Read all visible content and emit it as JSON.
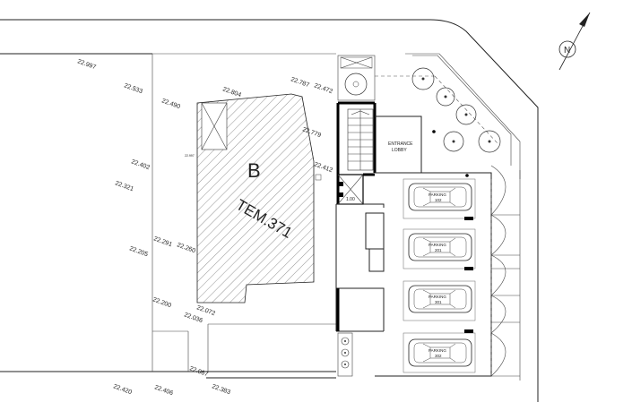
{
  "building": {
    "letter": "B",
    "parcel": "TEM.371"
  },
  "north_label": "N",
  "entrance": {
    "line1": "ENTRANCE",
    "line2": "LOBBY"
  },
  "small_room_label": "1.00",
  "small_level": "22.997",
  "parking": [
    {
      "label": "PARKING",
      "unit": "102"
    },
    {
      "label": "PARKING",
      "unit": "201"
    },
    {
      "label": "PARKING",
      "unit": "301"
    },
    {
      "label": "PARKING",
      "unit": "302"
    }
  ],
  "levels": [
    {
      "id": "l1",
      "text": "22.997"
    },
    {
      "id": "l2",
      "text": "22.533"
    },
    {
      "id": "l3",
      "text": "22.490"
    },
    {
      "id": "l4",
      "text": "22.804"
    },
    {
      "id": "l5",
      "text": "22.787"
    },
    {
      "id": "l6",
      "text": "22.472"
    },
    {
      "id": "l7",
      "text": "22.779"
    },
    {
      "id": "l8",
      "text": "22.412"
    },
    {
      "id": "l9",
      "text": "22.402"
    },
    {
      "id": "l10",
      "text": "22.321"
    },
    {
      "id": "l11",
      "text": "22.291"
    },
    {
      "id": "l12",
      "text": "22.260"
    },
    {
      "id": "l13",
      "text": "22.205"
    },
    {
      "id": "l14",
      "text": "22.200"
    },
    {
      "id": "l15",
      "text": "22.072"
    },
    {
      "id": "l16",
      "text": "22.036"
    },
    {
      "id": "l17",
      "text": "22.067"
    },
    {
      "id": "l18",
      "text": "22.420"
    },
    {
      "id": "l19",
      "text": "22.406"
    },
    {
      "id": "l20",
      "text": "22.383"
    }
  ]
}
